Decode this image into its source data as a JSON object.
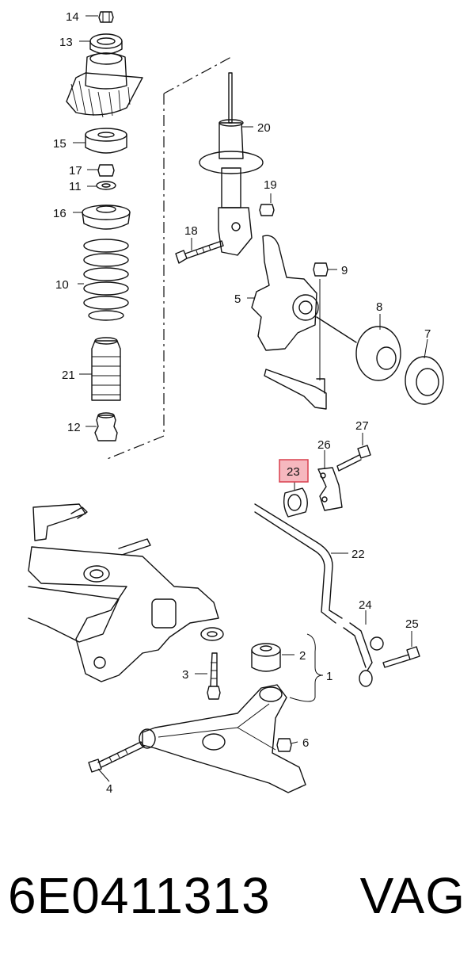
{
  "callouts": {
    "c1": "1",
    "c2": "2",
    "c3": "3",
    "c4": "4",
    "c5": "5",
    "c6": "6",
    "c7": "7",
    "c8": "8",
    "c9": "9",
    "c10": "10",
    "c11": "11",
    "c12": "12",
    "c13": "13",
    "c14": "14",
    "c15": "15",
    "c16": "16",
    "c17": "17",
    "c18": "18",
    "c19": "19",
    "c20": "20",
    "c21": "21",
    "c22": "22",
    "c23": "23",
    "c24": "24",
    "c25": "25",
    "c26": "26",
    "c27": "27"
  },
  "highlight_callout": "23",
  "highlight_color": "#f6b8bf",
  "highlight_border": "#d8404f",
  "footer": {
    "part_number": "6E0411313",
    "brand": "VAG"
  }
}
